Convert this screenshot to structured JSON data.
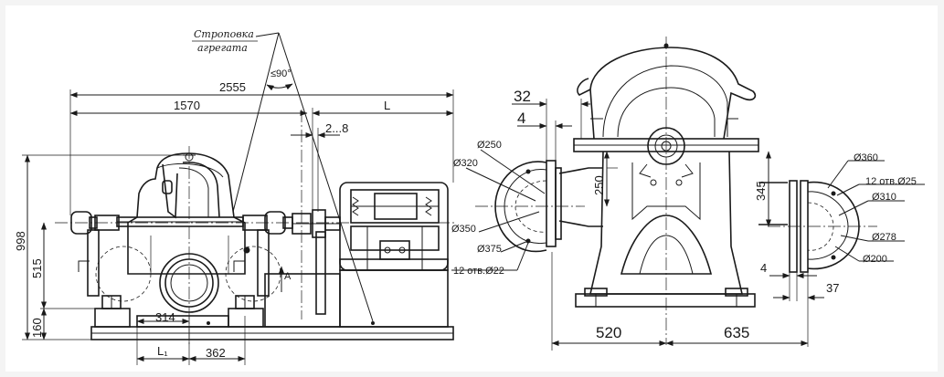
{
  "drawing": {
    "slinging_note_line1": "Строповка",
    "slinging_note_line2": "агрегата",
    "angle_label": "≤90°",
    "left_view": {
      "dim_total_length": "2555",
      "dim_pump_length": "1570",
      "dim_motor_length": "L",
      "dim_coupling_gap": "2...8",
      "dim_total_height": "998",
      "dim_axis_height": "515",
      "dim_frame_height": "160",
      "dim_314": "314",
      "dim_L1": "L₁",
      "dim_362": "362",
      "view_arrow": "A"
    },
    "right_view": {
      "dim_32": "32",
      "dim_4_top": "4",
      "dim_d250": "Ø250",
      "dim_d320": "Ø320",
      "dim_d350": "Ø350",
      "dim_d375": "Ø375",
      "dim_holes_22": "12 отв.Ø22",
      "dim_250": "250",
      "dim_345": "345",
      "dim_d360": "Ø360",
      "dim_holes_25": "12 отв.Ø25",
      "dim_d310": "Ø310",
      "dim_d278": "Ø278",
      "dim_d200": "Ø200",
      "dim_4_bottom": "4",
      "dim_37": "37",
      "dim_520": "520",
      "dim_635": "635"
    }
  }
}
